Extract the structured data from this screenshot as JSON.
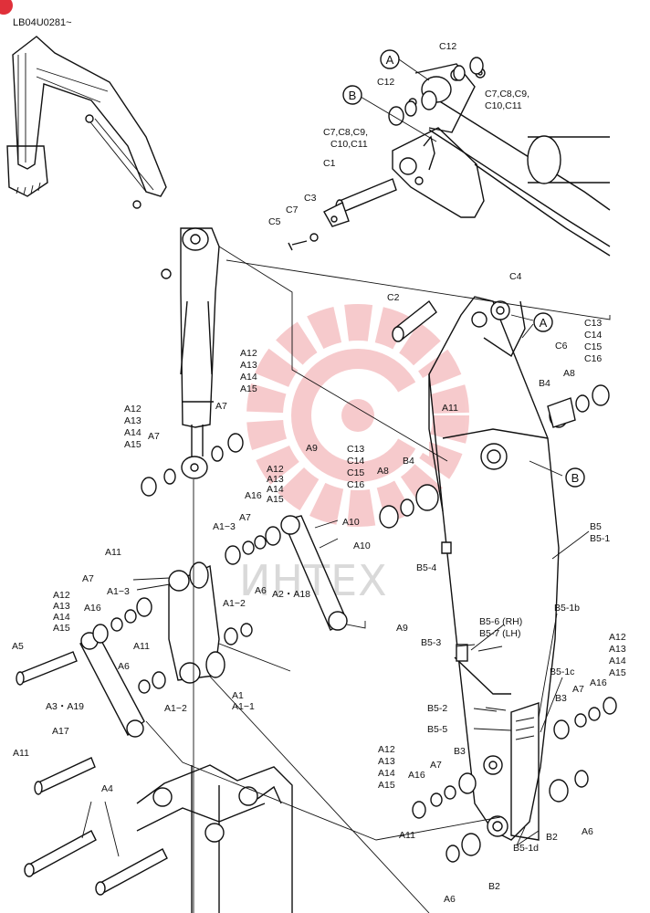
{
  "header": {
    "code": "LB04U0281~"
  },
  "watermark": {
    "text": "ИНТЕХ",
    "gear_color": "#f0a0a4"
  },
  "callouts": [
    {
      "letter": "A"
    },
    {
      "letter": "B"
    },
    {
      "letter": "A"
    },
    {
      "letter": "B"
    }
  ],
  "labels": {
    "c12_top": "C12",
    "c12_left": "C12",
    "c7_right": [
      "C7,C8,C9,",
      "C10,C11"
    ],
    "c7_left": [
      "C7,C8,C9,",
      "C10,C11"
    ],
    "c1": "C1",
    "c3": "C3",
    "c7": "C7",
    "c5": "C5",
    "c4": "C4",
    "c2": "C2",
    "c6": "C6",
    "c13_group_right": [
      "C13",
      "C14",
      "C15",
      "C16"
    ],
    "c13_group_mid": [
      "C13",
      "C14",
      "C15",
      "C16"
    ],
    "b4_right": "B4",
    "a8_right": "A8",
    "b4_mid": "B4",
    "a8_mid": "A8",
    "a11_mid": "A11",
    "a12_cyl_right": [
      "A12",
      "A13",
      "A14",
      "A15"
    ],
    "a12_cyl_left": [
      "A12",
      "A13",
      "A14",
      "A15"
    ],
    "a7_cyl_right": "A7",
    "a7_cyl_left": "A7",
    "a9_top": "A9",
    "a12_link": [
      "A12",
      "A13",
      "A14",
      "A15"
    ],
    "a16_link": "A16",
    "a7_link": "A7",
    "a1_3_top": "A1−3",
    "a6_mid": "A6",
    "a10_a": "A10",
    "a10_b": "A10",
    "a2_a18": "A2・A18",
    "a9_bottom": "A9",
    "a11_left": "A11",
    "a1_3_left": "A1−3",
    "a7_left": "A7",
    "a12_left": [
      "A12",
      "A13",
      "A14",
      "A15"
    ],
    "a16_left": "A16",
    "a11_small": "A11",
    "a1_2_right": "A1−2",
    "a5": "A5",
    "a6_left": "A6",
    "a1_2_bottom": "A1−2",
    "a1": [
      "A1",
      "A1−1"
    ],
    "a3_a19": "A3・A19",
    "a17": "A17",
    "a11_bottom": "A11",
    "a4": "A4",
    "b5": [
      "B5",
      "B5-1"
    ],
    "b5_4": "B5-4",
    "b5_6": [
      "B5-6 (RH)",
      "B5-7 (LH)"
    ],
    "b5_1b": "B5-1b",
    "b5_3": "B5-3",
    "b5_1c": "B5-1c",
    "b5_2": "B5-2",
    "b5_5": "B5-5",
    "b3_right": "B3",
    "a7_right": "A7",
    "a16_right": "A16",
    "a12_right": [
      "A12",
      "A13",
      "A14",
      "A15"
    ],
    "a12_bottom": [
      "A12",
      "A13",
      "A14",
      "A15"
    ],
    "a16_bottom": "A16",
    "a7_bottom": "A7",
    "b3_bottom": "B3",
    "a11_bottom_right": "A11",
    "b5_1d": "B5-1d",
    "b2_right": "B2",
    "a6_right": "A6",
    "b2_bottom": "B2",
    "a6_bottom": "A6"
  }
}
